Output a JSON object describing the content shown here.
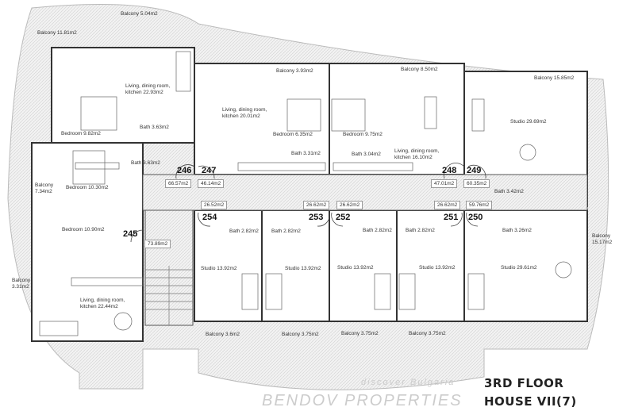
{
  "plan": {
    "title": "3RD FLOOR",
    "subtitle": "HOUSE VII(7)",
    "watermark_top": "discover Bulgaria",
    "watermark_bottom": "BENDOV PROPERTIES",
    "colors": {
      "wall": "#333333",
      "balcony_hatch": "#d9d9d9",
      "line": "#555555"
    }
  },
  "apartments": [
    {
      "number": "245",
      "area": "73.89m2"
    },
    {
      "number": "246",
      "area": "66.57m2"
    },
    {
      "number": "247",
      "area": "46.14m2"
    },
    {
      "number": "248",
      "area": "47.01m2"
    },
    {
      "number": "249",
      "area": "60.35m2"
    },
    {
      "number": "250",
      "area": "59.76m2"
    },
    {
      "number": "251",
      "area": "26.62m2"
    },
    {
      "number": "252",
      "area": "26.62m2"
    },
    {
      "number": "253",
      "area": "26.62m2"
    },
    {
      "number": "254",
      "area": "26.52m2"
    }
  ],
  "rooms": [
    "Balcony 5.04m2",
    "Balcony 11.81m2",
    "Living, dining room,",
    "kitchen 22.93m2",
    "Bedroom 9.82m2",
    "Bath 3.63m2",
    "Balcony 3.93m2",
    "Living, dining room,",
    "kitchen 20.01m2",
    "Bedroom 6.35m2",
    "Bath 3.31m2",
    "Bath 3.63m2",
    "Bedroom 10.30m2",
    "Balcony",
    "7.34m2",
    "Balcony 8.50m2",
    "Balcony 15.85m2",
    "Bedroom 9.75m2",
    "Bath 3.04m2",
    "Living, dining room,",
    "kitchen 16.10m2",
    "Studio 29.69m2",
    "Bath 3.42m2",
    "Bath 2.82m2",
    "Bath 2.82m2",
    "Bath 2.82m2",
    "Bath 2.82m2",
    "Bath 3.26m2",
    "Balcony",
    "15.17m2",
    "Bedroom 10.90m2",
    "Balcony",
    "3.31m2",
    "Studio 13.92m2",
    "Studio 13.92m2",
    "Studio 13.92m2",
    "Studio 13.92m2",
    "Studio 29.61m2",
    "Living, dining room,",
    "kitchen 22.44m2",
    "Balcony 3.6m2",
    "Balcony 3.75m2",
    "Balcony 3.75m2",
    "Balcony 3.75m2"
  ]
}
